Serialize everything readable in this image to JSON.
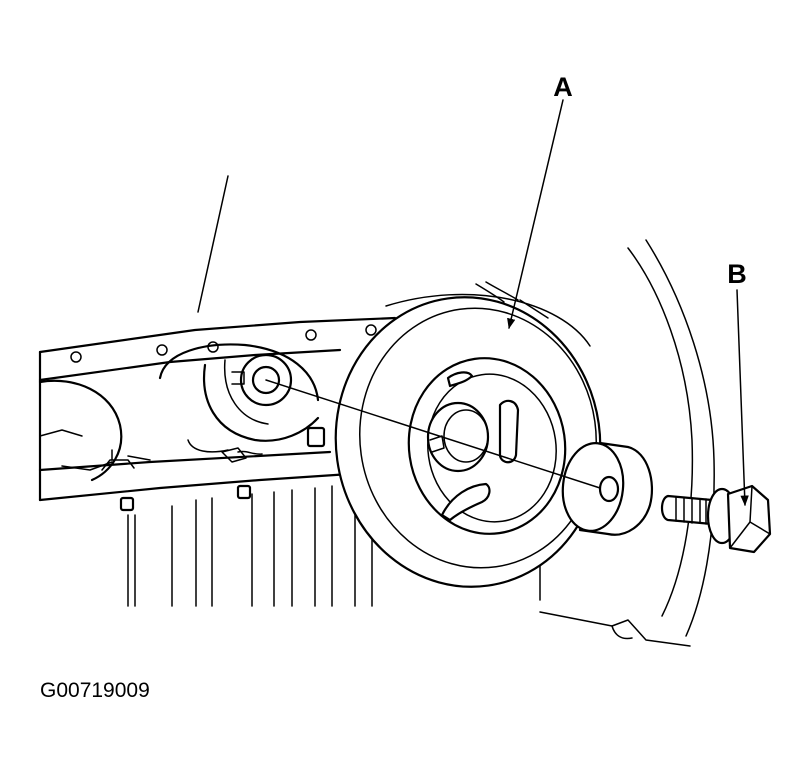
{
  "callouts": {
    "a": {
      "letter": "A"
    },
    "b": {
      "letter": "B"
    }
  },
  "figure_id": "G00719009"
}
